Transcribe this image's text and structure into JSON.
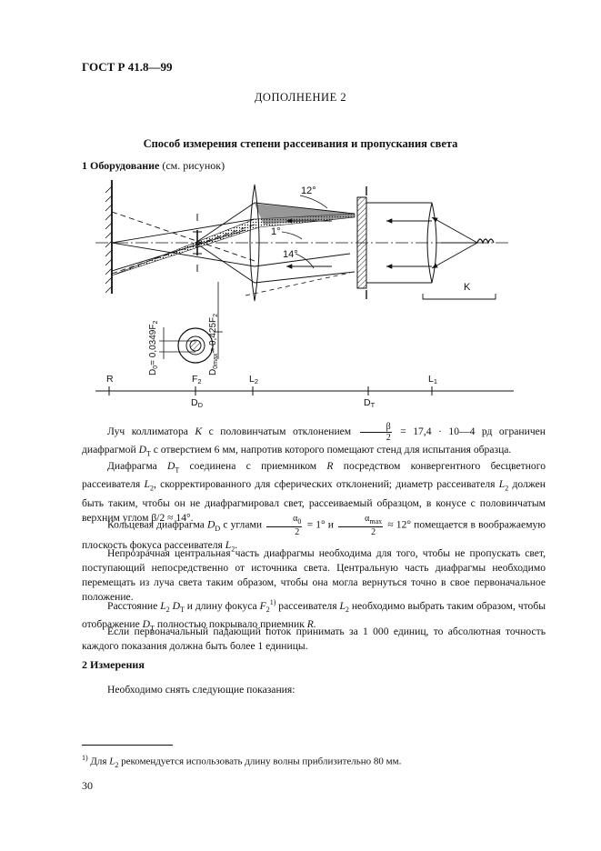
{
  "header": {
    "standard": "ГОСТ Р 41.8—99"
  },
  "appendix": {
    "title": "ДОПОЛНЕНИЕ 2"
  },
  "doc_title": "Способ измерения степени рассеивания и пропускания света",
  "section1": {
    "number": "1",
    "title": "Оборудование",
    "note": "(см. рисунок)"
  },
  "figure": {
    "angle_12": "12°",
    "angle_1": "1°",
    "angle_14": "14°",
    "dim_d0": "D",
    "dim_d0_sub": "0",
    "dim_d0_value": "= 0,0349F",
    "dim_d0_value_sub": "2",
    "dim_dmax": "D",
    "dim_dmax_sub": "0max",
    "dim_dmax_value": "= 0,425F",
    "dim_dmax_value_sub": "2",
    "label_k": "K",
    "axis_r": "R",
    "axis_f2": "F",
    "axis_f2_sub": "2",
    "axis_l2": "L",
    "axis_l2_sub": "2",
    "axis_l1": "L",
    "axis_l1_sub": "1",
    "axis_dd": "D",
    "axis_dd_sub": "D",
    "axis_dt": "D",
    "axis_dt_sub": "T"
  },
  "paragraphs": {
    "p1_a": "Луч коллиматора",
    "p1_k": "K",
    "p1_b": "с половинчатым отклонением",
    "p1_frac_num": "β",
    "p1_frac_den": "2",
    "p1_c": "= 17,4 · 10—4 рд ограничен диафрагмой",
    "p1_d": "D",
    "p1_d_sub": "T",
    "p1_e": "с отверстием 6 мм, напротив которого помещают стенд для испытания образца.",
    "p2_a": "Диафрагма",
    "p2_d": "D",
    "p2_d_sub": "T",
    "p2_b": "соединена с приемником",
    "p2_r": "R",
    "p2_c": "посредством конвергентного бесцветного рассеивателя",
    "p2_l": "L",
    "p2_l_sub": "2",
    "p2_d2": ", скорректированного для сферических отклонений; диаметр рассеивателя",
    "p2_l2": "L",
    "p2_l2_sub": "2",
    "p2_e": "должен быть таким, чтобы он не диафрагмировал свет, рассеиваемый образцом, в конусе с половинчатым верхним углом β/2 ≈ 14°.",
    "p3_a": "Кольцевая диафрагма",
    "p3_d": "D",
    "p3_d_sub": "D",
    "p3_b": "с углами",
    "p3_f1_num": "α",
    "p3_f1_num_sub": "0",
    "p3_f1_den": "2",
    "p3_c": "= 1° и",
    "p3_f2_num": "α",
    "p3_f2_num_sub": "max",
    "p3_f2_den": "2",
    "p3_d2": "≈ 12° помещается в воображаемую плоскость фокуса рассеивателя",
    "p3_l": "L",
    "p3_l_sub": "2",
    "p3_end": ".",
    "p4": "Непрозрачная центральная часть диафрагмы необходима для того, чтобы не пропускать свет, поступающий непосредственно от источника света. Центральную часть диафрагмы необходимо перемещать из луча света таким образом, чтобы она могла вернуться точно в свое первоначальное положение.",
    "p5_a": "Расстояние",
    "p5_l": "L",
    "p5_l_sub": "2",
    "p5_d": "D",
    "p5_d_sub": "T",
    "p5_b": "и длину фокуса",
    "p5_f": "F",
    "p5_f_sub": "2",
    "p5_fn": "1)",
    "p5_c": "рассеивателя",
    "p5_l2": "L",
    "p5_l2_sub": "2",
    "p5_d2": "необходимо выбрать таким образом, чтобы отображение",
    "p5_dt": "D",
    "p5_dt_sub": "T",
    "p5_e": "полностью покрывало приемник",
    "p5_r": "R.",
    "p6": "Если первоначальный падающий поток принимать за 1 000 единиц, то абсолютная точность каждого показания должна быть более 1 единицы."
  },
  "section2": {
    "number": "2",
    "title": "Измерения"
  },
  "p7": "Необходимо снять следующие показания:",
  "footnote": {
    "mark": "1)",
    "a": "Для",
    "l": "L",
    "l_sub": "2",
    "b": "рекомендуется использовать длину волны приблизительно 80 мм."
  },
  "page_number": "30"
}
